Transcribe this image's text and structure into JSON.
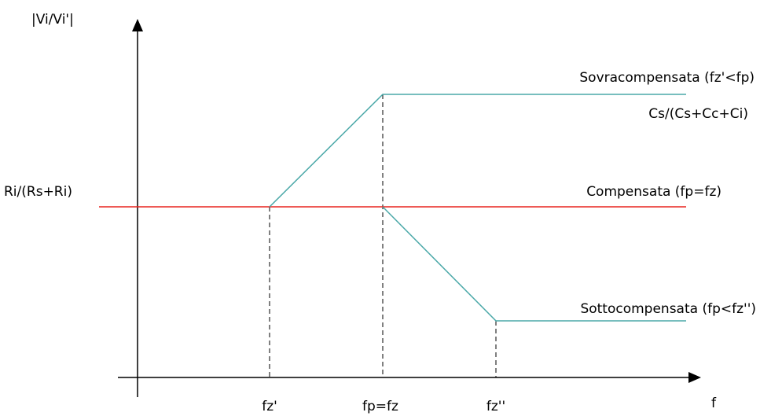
{
  "diagram": {
    "y_axis_label": "|Vi/Vi'|",
    "x_axis_label": "f",
    "level_label": "Ri/(Rs+Ri)",
    "x_ticks": [
      "fz'",
      "fp=fz",
      "fz''"
    ],
    "curves": {
      "over": {
        "label": "Sovracompensata (fz'<fp)",
        "value_label": "Cs/(Cs+Cc+Ci)",
        "color": "#4aa8a8"
      },
      "comp": {
        "label": "Compensata (fp=fz)",
        "color": "#e8231e"
      },
      "under": {
        "label": "Sottocompensata (fp<fz'')",
        "color": "#4aa8a8"
      }
    },
    "axis_color": "#000000"
  }
}
